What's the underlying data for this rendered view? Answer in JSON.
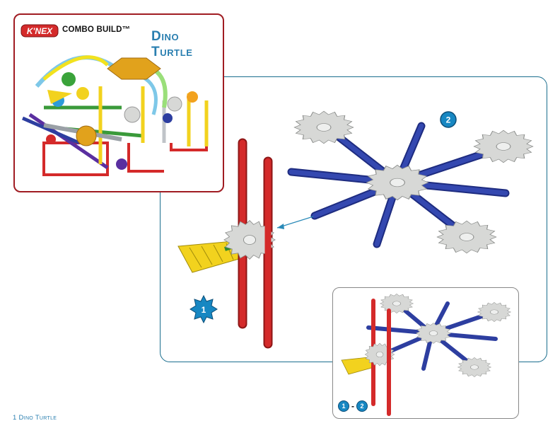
{
  "brand": {
    "logo_text": "K'NEX",
    "series": "COMBO BUILD™"
  },
  "model": {
    "name_line1": "Dino",
    "name_line2": "Turtle"
  },
  "steps": {
    "step1": "1",
    "step2": "2",
    "range_from": "1",
    "range_to": "2",
    "range_sep": "-"
  },
  "footer": {
    "page": "1",
    "title": "Dino Turtle"
  },
  "colors": {
    "accent": "#2a7fb0",
    "cover_border": "#a01c22",
    "panel_border": "#1a6e8e",
    "rod_red": "#d42a2a",
    "rod_blue": "#2d3ea0",
    "connector_gray": "#d7d8d6",
    "connector_yellow": "#f2d21e"
  }
}
